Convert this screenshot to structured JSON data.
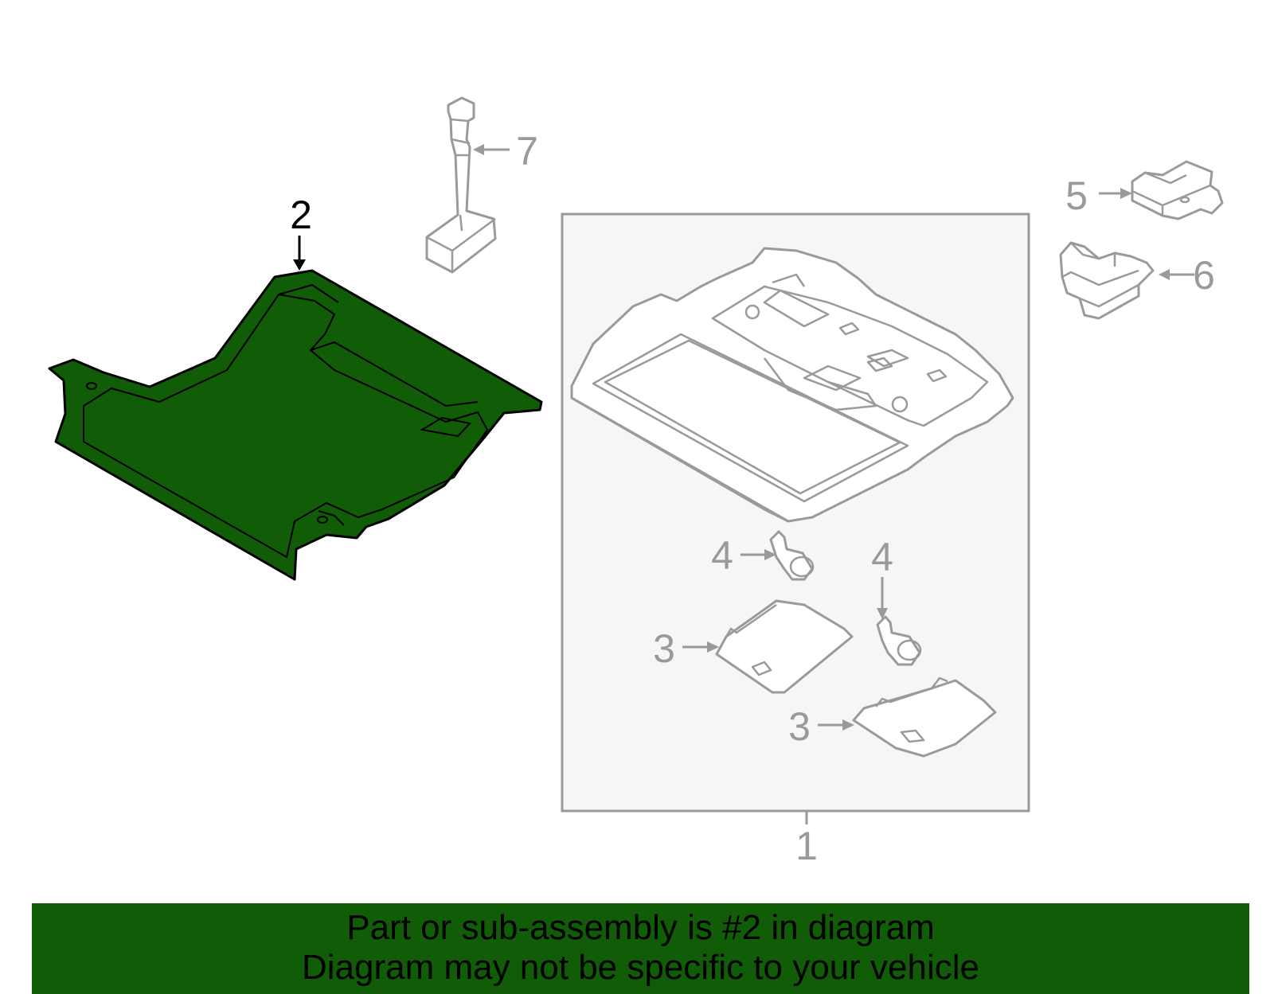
{
  "diagram": {
    "callouts": [
      {
        "id": "1",
        "text": "1"
      },
      {
        "id": "2",
        "text": "2"
      },
      {
        "id": "3a",
        "text": "3"
      },
      {
        "id": "3b",
        "text": "3"
      },
      {
        "id": "4a",
        "text": "4"
      },
      {
        "id": "4b",
        "text": "4"
      },
      {
        "id": "5",
        "text": "5"
      },
      {
        "id": "6",
        "text": "6"
      },
      {
        "id": "7",
        "text": "7"
      }
    ],
    "highlight_color": "#115c07",
    "line_color": "#9a9a9a",
    "box_fill": "#f6f6f6"
  },
  "banner": {
    "line1": "Part or sub-assembly is #2 in diagram",
    "line2": "Diagram may not be specific to your vehicle",
    "color": "#115c07"
  }
}
